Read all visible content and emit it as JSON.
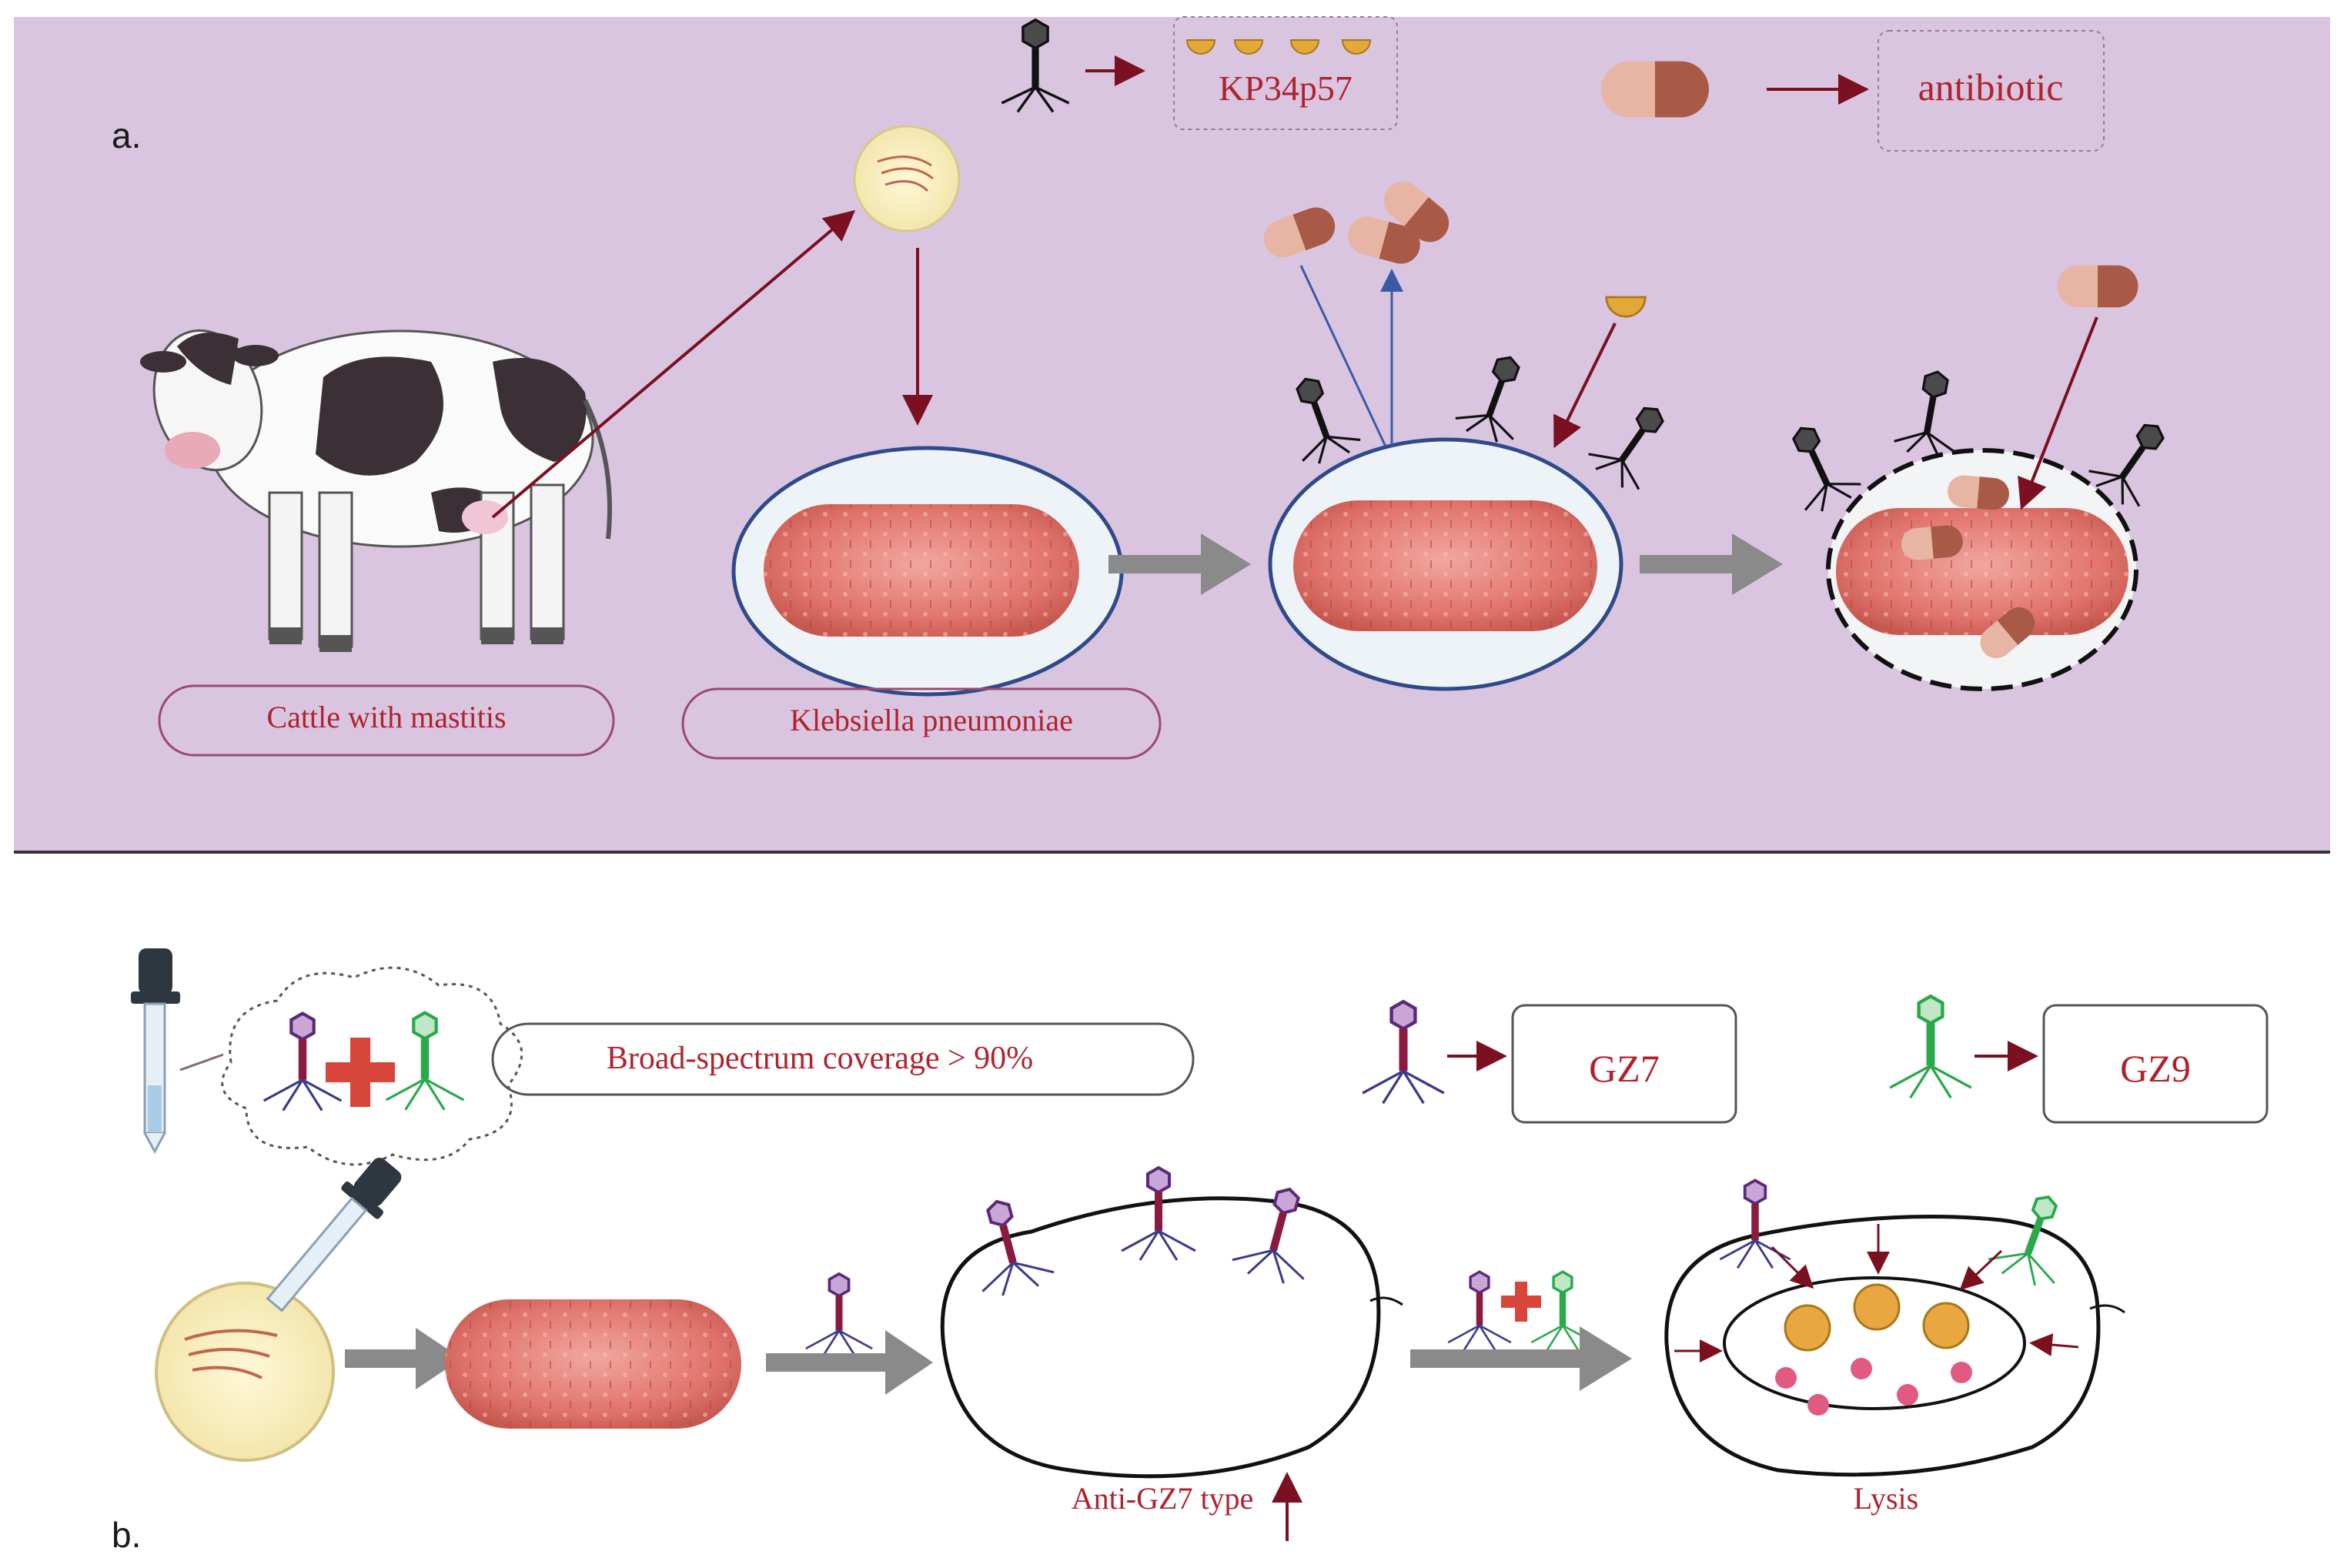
{
  "panel_a": {
    "letter": "a.",
    "legend_enzyme_label": "KP34p57",
    "legend_antibiotic_label": "antibiotic",
    "cattle_label": "Cattle with mastitis",
    "bacteria_label": "Klebsiella pneumoniae"
  },
  "panel_b": {
    "letter": "b.",
    "coverage_label": "Broad-spectrum coverage > 90%",
    "gz7_label": "GZ7",
    "gz9_label": "GZ9",
    "anti_label": "Anti-GZ7 type",
    "lysis_label": "Lysis"
  },
  "colors": {
    "panel_a_bg": "#dac5e0",
    "label_red": "#b0222e",
    "arrow_dark_red": "#7a1020",
    "big_arrow_gray": "#8a8a8a",
    "gz7_phage": "#7a2a70",
    "gz9_phage": "#2aa84a",
    "enzyme_gold": "#e3a83a"
  },
  "icons": [
    "bacteriophage-icon",
    "capsule-icon",
    "enzyme-icon",
    "petri-dish-icon",
    "dropper-icon",
    "cow-icon",
    "bacterium-icon",
    "plus-icon"
  ]
}
